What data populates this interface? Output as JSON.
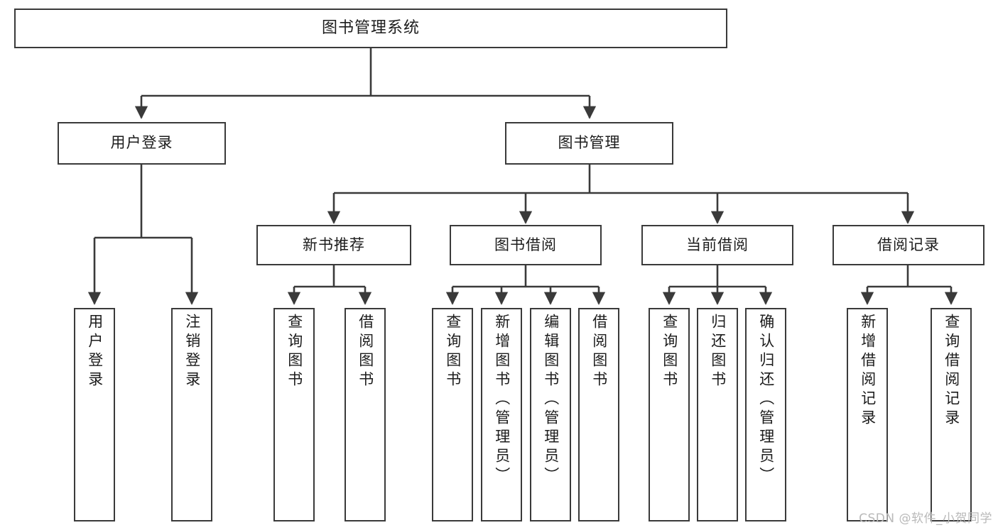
{
  "diagram": {
    "title": "图书管理系统",
    "type": "tree",
    "watermark": "CSDN @软件_小贺同学",
    "colors": {
      "box_border": "#3a3a3a",
      "box_fill": "#ffffff",
      "edge": "#3a3a3a",
      "text": "#1c1c1c",
      "watermark": "#b9b9b9",
      "background": "#ffffff"
    },
    "levels": {
      "root": {
        "label": "图书管理系统"
      },
      "level2": [
        {
          "id": "user-login",
          "label": "用户登录"
        },
        {
          "id": "book-manage",
          "label": "图书管理"
        }
      ],
      "level3": [
        {
          "id": "new-book-rec",
          "label": "新书推荐",
          "parent": "book-manage"
        },
        {
          "id": "book-borrow",
          "label": "图书借阅",
          "parent": "book-manage"
        },
        {
          "id": "current-borrow",
          "label": "当前借阅",
          "parent": "book-manage"
        },
        {
          "id": "borrow-record",
          "label": "借阅记录",
          "parent": "book-manage"
        }
      ],
      "leaves": {
        "user-login": [
          {
            "id": "leaf-user-login",
            "label": "用户登录"
          },
          {
            "id": "leaf-user-logout",
            "label": "注销登录"
          }
        ],
        "new-book-rec": [
          {
            "id": "leaf-query-book-1",
            "label": "查询图书"
          },
          {
            "id": "leaf-borrow-book-1",
            "label": "借阅图书"
          }
        ],
        "book-borrow": [
          {
            "id": "leaf-query-book-2",
            "label": "查询图书"
          },
          {
            "id": "leaf-add-book",
            "label": "新增图书（管理员）"
          },
          {
            "id": "leaf-edit-book",
            "label": "编辑图书（管理员）"
          },
          {
            "id": "leaf-borrow-book-2",
            "label": "借阅图书"
          }
        ],
        "current-borrow": [
          {
            "id": "leaf-query-book-3",
            "label": "查询图书"
          },
          {
            "id": "leaf-return-book",
            "label": "归还图书"
          },
          {
            "id": "leaf-confirm-return",
            "label": "确认归还（管理员）"
          }
        ],
        "borrow-record": [
          {
            "id": "leaf-add-record",
            "label": "新增借阅记录"
          },
          {
            "id": "leaf-query-record",
            "label": "查询借阅记录"
          }
        ]
      }
    }
  }
}
